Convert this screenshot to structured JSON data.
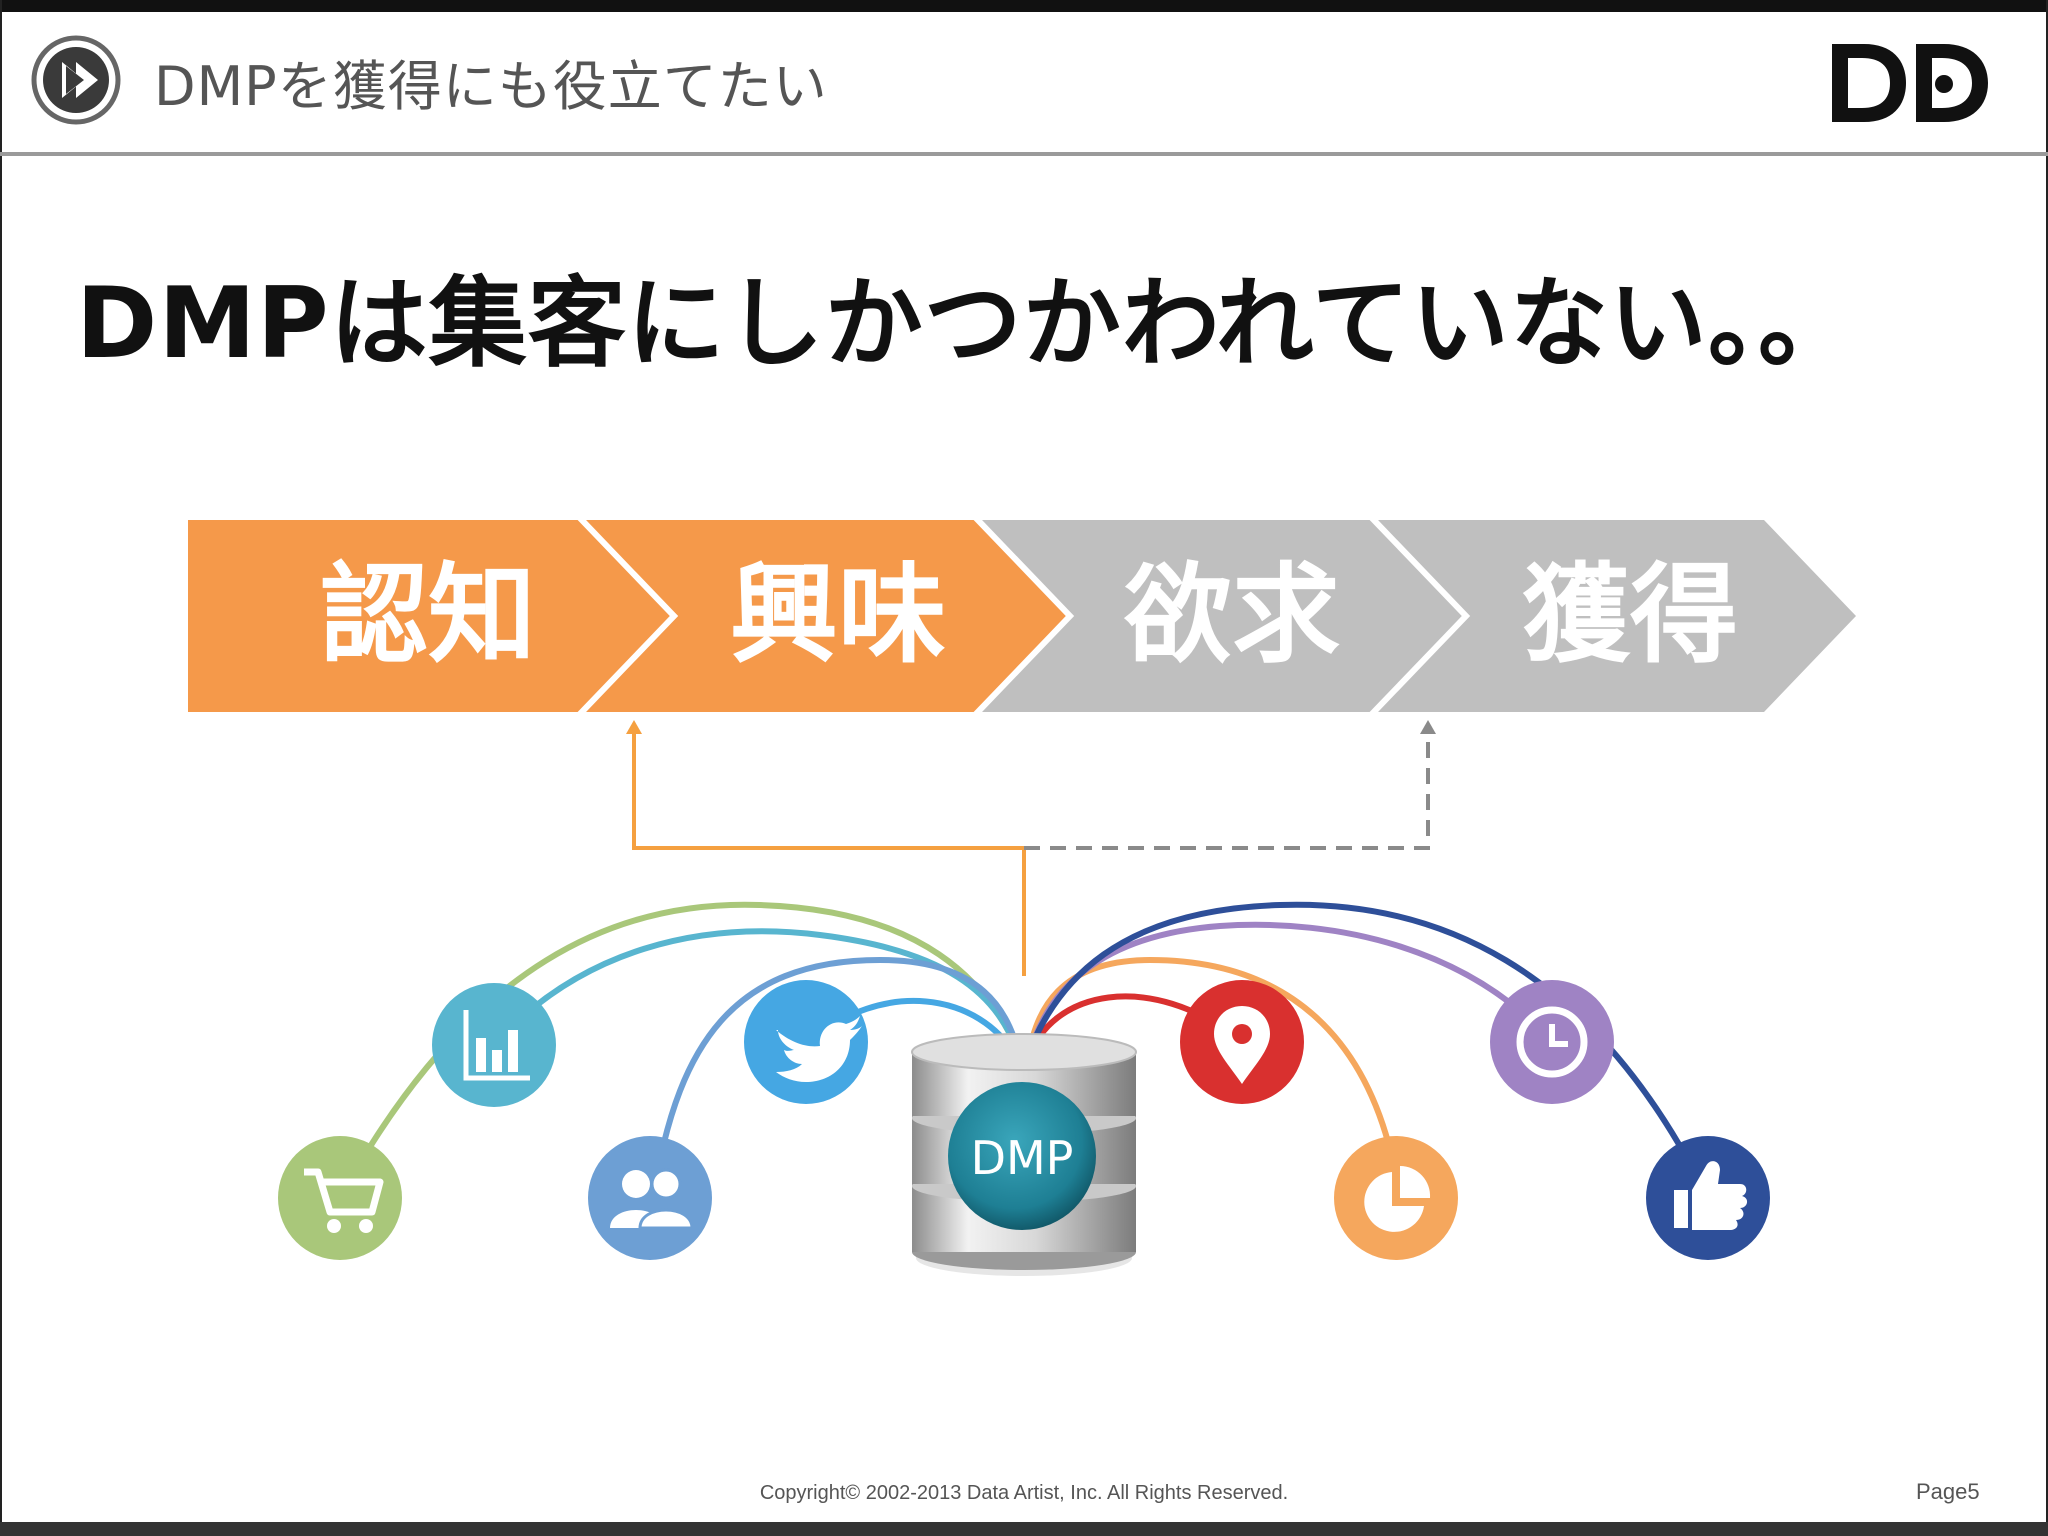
{
  "header": {
    "title": "DMPを獲得にも役立てたい",
    "icon": "play-circle-icon",
    "logo_text": "DD"
  },
  "headline": "DMPは集客にしかつかわれていない。。",
  "funnel": {
    "stages": [
      {
        "label": "認知",
        "color": "#f5994a",
        "active": true
      },
      {
        "label": "興味",
        "color": "#f5994a",
        "active": true
      },
      {
        "label": "欲求",
        "color": "#bfbfbf",
        "active": false
      },
      {
        "label": "獲得",
        "color": "#bfbfbf",
        "active": false
      }
    ]
  },
  "connectors": {
    "active_color": "#f5a040",
    "inactive_color": "#8a8a8a"
  },
  "hub": {
    "label": "DMP",
    "color": "#1e7f94"
  },
  "sources": [
    {
      "icon": "shopping-cart-icon",
      "color": "#a9c77a"
    },
    {
      "icon": "bar-chart-icon",
      "color": "#58b5cf"
    },
    {
      "icon": "users-icon",
      "color": "#6d9fd4"
    },
    {
      "icon": "twitter-bird-icon",
      "color": "#45a7e3"
    },
    {
      "icon": "map-pin-icon",
      "color": "#d9302f"
    },
    {
      "icon": "pie-chart-icon",
      "color": "#f5a75d"
    },
    {
      "icon": "clock-icon",
      "color": "#9f83c4"
    },
    {
      "icon": "thumbs-up-icon",
      "color": "#2e4f99"
    }
  ],
  "footer": {
    "copyright": "Copyright© 2002-2013 Data Artist, Inc.   All Rights Reserved.",
    "page": "Page5"
  }
}
